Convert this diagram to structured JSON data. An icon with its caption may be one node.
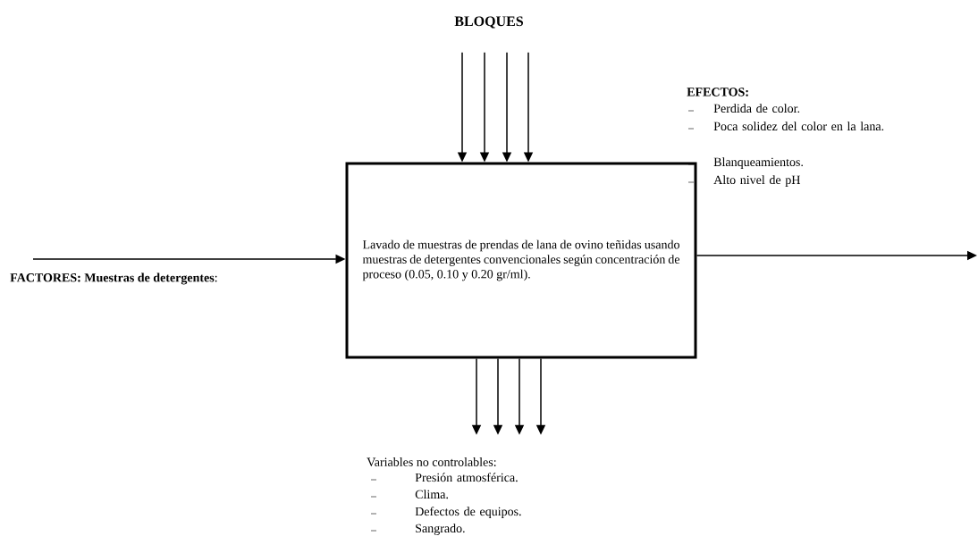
{
  "diagram": {
    "nodes": [
      {
        "text": [
          "BLOQUES"
        ]
      },
      {
        "text": [
          "Lavado de muestras de prendas de lana de ovino teñidas usando muestras de detergentes convencionales según concentración de proceso (0.05, 0.10 y 0.20 gr/ml)."
        ]
      },
      {
        "text": [
          "Variables no controlables:"
        ]
      }
    ],
    "edges": [
      {
        "from": 0,
        "to": 1,
        "arrow": "to"
      },
      {
        "from": 0,
        "to": 1,
        "arrow": "to"
      },
      {
        "from": 0,
        "to": 1,
        "arrow": "to"
      },
      {
        "from": 0,
        "to": 1,
        "arrow": "to"
      },
      {
        "from": 1,
        "to": 2,
        "arrow": "to"
      },
      {
        "from": 1,
        "to": 2,
        "arrow": "to"
      },
      {
        "from": 1,
        "to": 2,
        "arrow": "to"
      },
      {
        "from": 1,
        "to": 2,
        "arrow": "to"
      },
      {
        "from": null,
        "to": 1,
        "arrow": "to"
      },
      {
        "from": 1,
        "to": null,
        "arrow": "to"
      }
    ],
    "labels": [
      "**FACTORES: Muestras de detergentes**:",
      "EFECTOS:",
      "Perdida de color.",
      "Poca solidez del color en la lana.",
      "Blanqueamientos.",
      "Alto nivel de pH",
      "Presión atmosférica.",
      "Clima.",
      "Defectos de equipos.",
      "Sangrado."
    ]
  }
}
